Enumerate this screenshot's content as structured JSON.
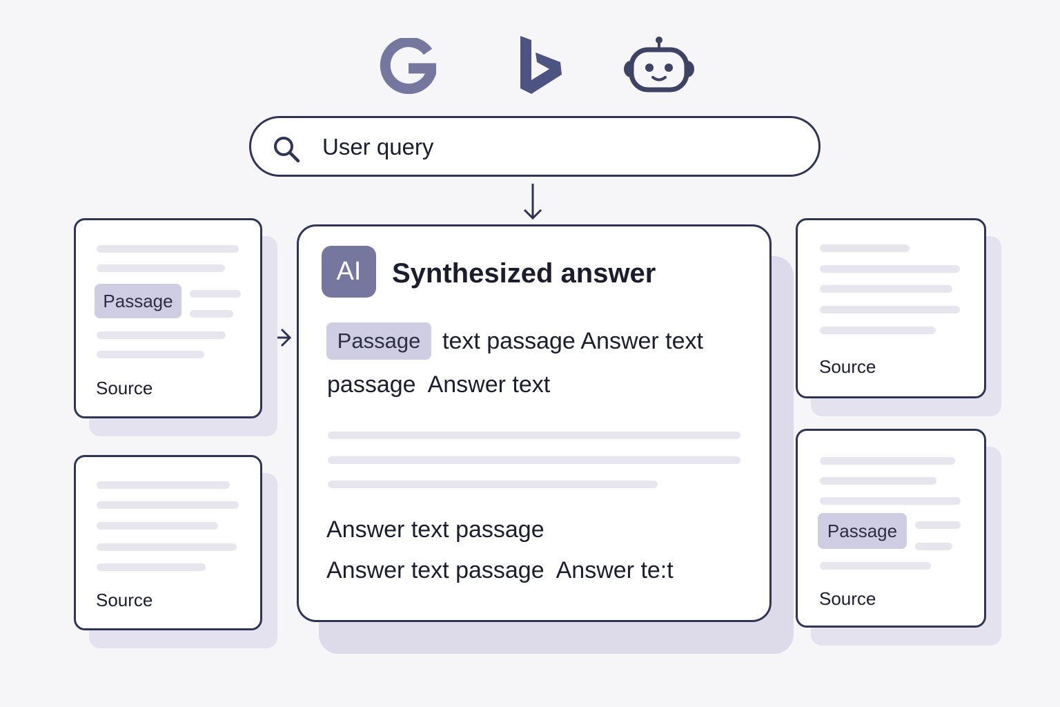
{
  "engines": [
    {
      "name": "google-logo",
      "icon": "google-g-icon"
    },
    {
      "name": "bing-logo",
      "icon": "bing-b-icon"
    },
    {
      "name": "chatbot-logo",
      "icon": "robot-icon"
    }
  ],
  "search": {
    "value": "User query",
    "icon": "search-icon"
  },
  "answer": {
    "badge": "AI",
    "title": "Synthesized answer",
    "chip": "Passage",
    "line1": "text passage Answer text",
    "line2": "passage  Answer text",
    "line3": "Answer text passage",
    "line4": "Answer text passage  Answer te:t"
  },
  "sources": [
    {
      "chip": "Passage",
      "label": "Source"
    },
    {
      "label": "Source"
    },
    {
      "label": "Source"
    },
    {
      "chip": "Passage",
      "label": "Source"
    }
  ],
  "colors": {
    "border": "#2f3454",
    "accent": "#75779e",
    "chip": "#cfcde3",
    "background": "#f6f5f8"
  }
}
